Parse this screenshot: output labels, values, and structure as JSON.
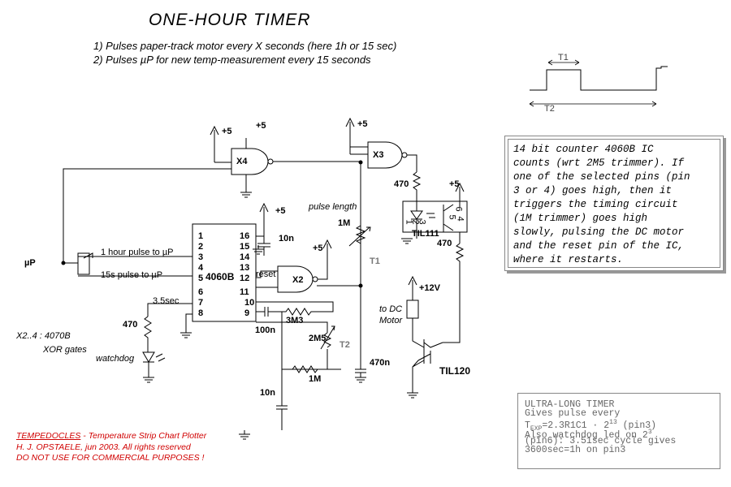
{
  "title": "ONE-HOUR TIMER",
  "notes": [
    "1) Pulses paper-track motor every X seconds (here 1h or 15 sec)",
    "2) Pulses µP for new temp-measurement every 15 seconds"
  ],
  "waveform": {
    "t1": "T1",
    "t2": "T2"
  },
  "components": {
    "x4": "X4",
    "x3": "X3",
    "x2": "X2",
    "ic": "4060B",
    "plus5": "+5",
    "plus12": "+12V",
    "r470": "470",
    "r1m": "1M",
    "r3m3": "3M3",
    "r2m5": "2M5",
    "c10n": "10n",
    "c100n": "100n",
    "c470n": "470n",
    "til111": "TIL111",
    "til120": "TIL120",
    "t1": "T1",
    "t2": "T2",
    "up": "µP",
    "reset": "reset"
  },
  "ic_pins_left": [
    "1",
    "2",
    "3",
    "4",
    "5",
    "6",
    "7",
    "8"
  ],
  "ic_pins_right": [
    "16",
    "15",
    "14",
    "13",
    "12",
    "11",
    "10",
    "9"
  ],
  "optocoupler_pins": [
    "1",
    "2",
    "3",
    "6",
    "5",
    "4"
  ],
  "labels": {
    "pulse_length": "pulse length",
    "hour_pulse": "1 hour pulse to µP",
    "sec_pulse": "15s pulse to µP",
    "sec35": "3.5sec",
    "xor_note": "X2..4 : 4070B",
    "xor_note2": "XOR gates",
    "watchdog": "watchdog",
    "motor1": "to DC",
    "motor2": "Motor"
  },
  "description_box": [
    "14 bit counter 4060B IC",
    "counts (wrt 2M5 trimmer). If",
    "one of the selected pins (pin",
    "3 or 4) goes high, then it",
    "triggers the timing circuit",
    "(1M trimmer) goes high",
    "slowly, pulsing the DC motor",
    "and the reset pin of the IC,",
    "where it restarts."
  ],
  "ultra_box": {
    "l1": "ULTRA-LONG TIMER",
    "l2": "Gives pulse every",
    "l3a": "T",
    "l3sub": "EXP",
    "l3b": "=2.3R1C1 · 2",
    "l3sup": "13",
    "l3c": " (pin3)",
    "l4a": "Also watchdog led on 2",
    "l4sup": "3",
    "l5": "(pin6): 3.51sec cycle gives",
    "l6": "3600sec=1h on pin3"
  },
  "footer": {
    "brand": "TEMPEDOCLES",
    "rest": " - Temperature Strip Chart Plotter",
    "line2": "H. J. OPSTAELE, jun 2003.    All rights reserved",
    "line3": "DO NOT USE FOR COMMERCIAL PURPOSES !"
  }
}
